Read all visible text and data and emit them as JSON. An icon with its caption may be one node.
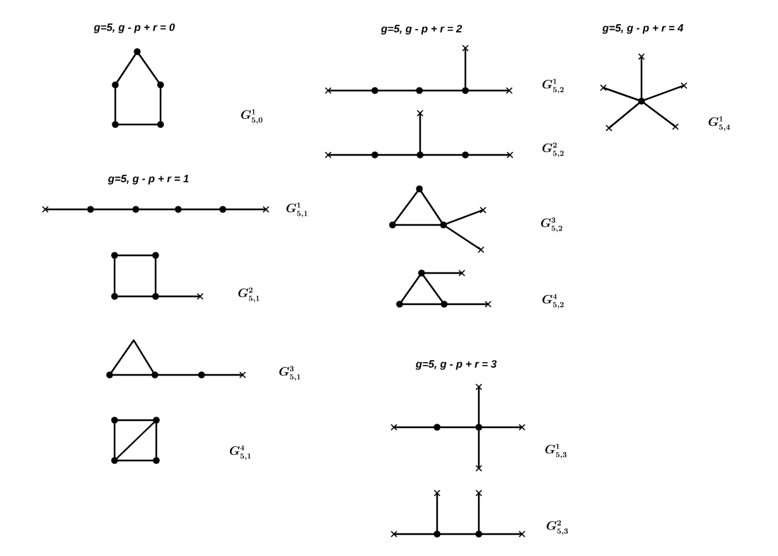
{
  "diagram": {
    "labels": [
      "g=5, g - p + r = 0",
      "g=5, g - p + r = 2",
      "g=5, g - p + r = 4",
      "G^{1}_{5,2}",
      "G^{1}_{5,0}",
      "G^{1}_{5,4}",
      "G^{2}_{5,2}",
      "g=5, g - p + r = 1",
      "G^{1}_{5,1}",
      "G^{3}_{5,2}",
      "G^{2}_{5,1}",
      "G^{4}_{5,2}",
      "g=5, g - p + r = 3",
      "G^{3}_{5,1}",
      "G^{4}_{5,1}",
      "G^{1}_{5,3}",
      "G^{2}_{5,3}"
    ]
  }
}
